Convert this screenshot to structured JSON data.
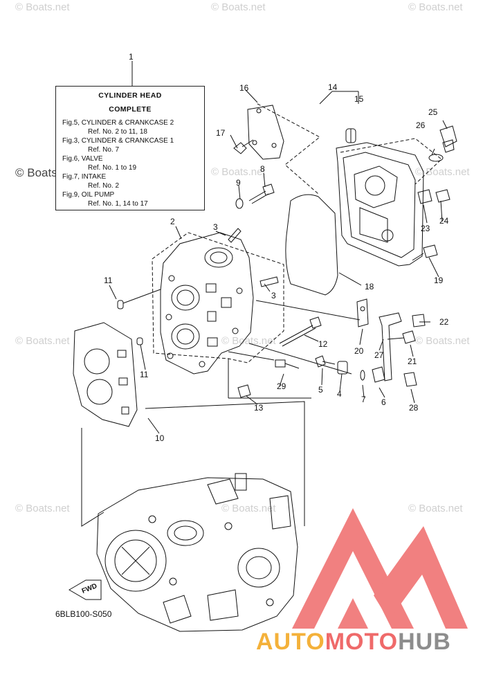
{
  "watermark_text": "© Boats.net",
  "title_box": {
    "line1": "CYLINDER  HEAD",
    "line2": "COMPLETE",
    "rows": [
      "Fig.5, CYLINDER & CRANKCASE 2",
      "Ref. No. 2 to 11, 18",
      "Fig.3, CYLINDER & CRANKCASE 1",
      "Ref. No. 7",
      "Fig.6, VALVE",
      "Ref. No. 1 to 19",
      "Fig.7, INTAKE",
      "Ref. No. 2",
      "Fig.9, OIL PUMP",
      "Ref. No. 1, 14 to 17"
    ]
  },
  "callouts": {
    "c1": "1",
    "c2": "2",
    "c3a": "3",
    "c3b": "3",
    "c4": "4",
    "c5": "5",
    "c6": "6",
    "c7": "7",
    "c8": "8",
    "c9": "9",
    "c10": "10",
    "c11a": "11",
    "c11b": "11",
    "c12": "12",
    "c13": "13",
    "c14": "14",
    "c15": "15",
    "c16": "16",
    "c17": "17",
    "c18": "18",
    "c19": "19",
    "c20": "20",
    "c21": "21",
    "c22": "22",
    "c23": "23",
    "c24": "24",
    "c25": "25",
    "c26": "26",
    "c27": "27",
    "c28": "28",
    "c29": "29"
  },
  "fwd_label": "FWD",
  "diagram_code": "6BLB100-S050",
  "brand": {
    "part1": "AUTO",
    "part2": "MOTO",
    "part3": "HUB"
  },
  "colors": {
    "logo_red": "#ef6a6a",
    "logo_orange": "#f4b13a",
    "logo_gray": "#8d8d8d",
    "ink": "#111111"
  }
}
